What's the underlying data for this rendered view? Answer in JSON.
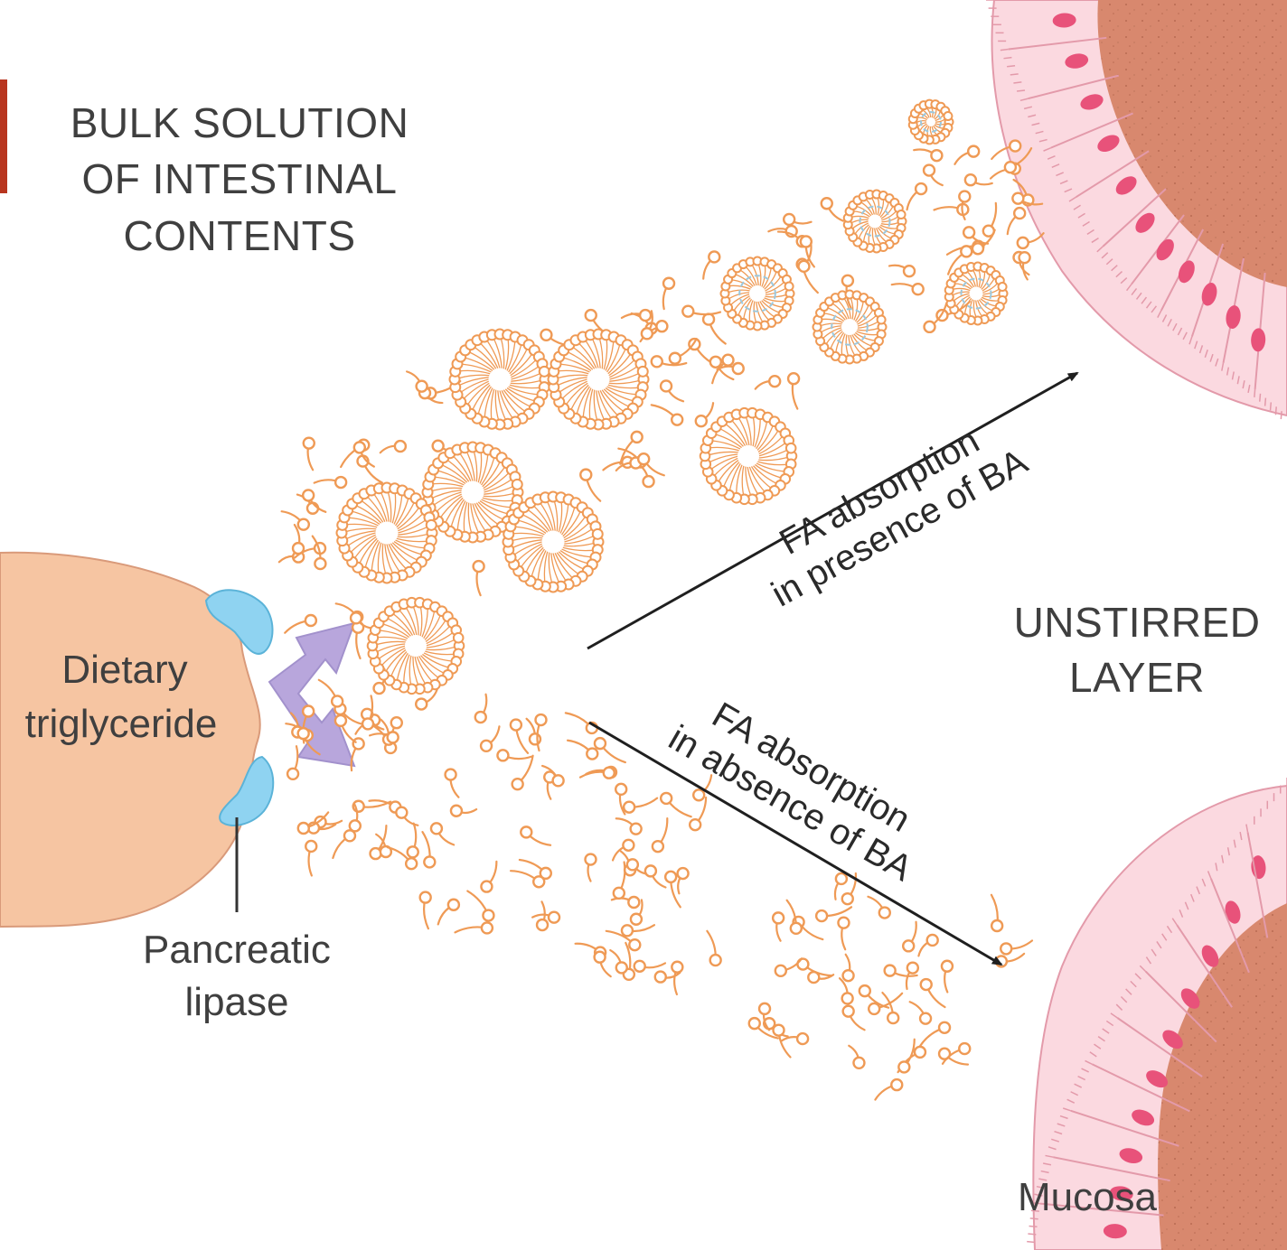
{
  "labels": {
    "bulk_line1": "BULK SOLUTION",
    "bulk_line2": "OF INTESTINAL",
    "bulk_line3": "CONTENTS",
    "unstirred_line1": "UNSTIRRED",
    "unstirred_line2": "LAYER",
    "dietary_line1": "Dietary",
    "dietary_line2": "triglyceride",
    "lipase_line1": "Pancreatic",
    "lipase_line2": "lipase",
    "mucosa": "Mucosa",
    "arrow_upper_line1": "FA absorption",
    "arrow_upper_line2": "in presence of BA",
    "arrow_lower_line1": "FA absorption",
    "arrow_lower_line2": "in absence of BA"
  },
  "colors": {
    "lipid": "#ef9a55",
    "droplet": "#f6c5a2",
    "lipase": "#8fd3f1",
    "arrow_purple": "#b8a6dc",
    "epithelium": "#fbd9e0",
    "nucleus": "#e8527a",
    "lumen": "#d8886e",
    "micelle_inner": "#9cc8dd"
  }
}
